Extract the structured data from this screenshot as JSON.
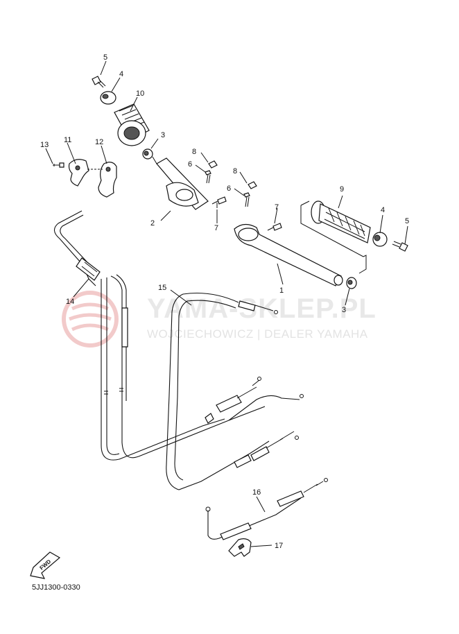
{
  "watermark": {
    "brand": "YAMA-SKLEP.PL",
    "dealer": "WOJCIECHOWICZ | DEALER YAMAHA",
    "logo_color": "#e9a0a0"
  },
  "part_labels": [
    "1",
    "2",
    "3",
    "3",
    "4",
    "4",
    "5",
    "5",
    "6",
    "6",
    "7",
    "7",
    "8",
    "8",
    "9",
    "10",
    "11",
    "12",
    "13",
    "14",
    "15",
    "16",
    "17"
  ],
  "direction_badge": "FWD",
  "diagram_code": "5JJ1300-0330"
}
